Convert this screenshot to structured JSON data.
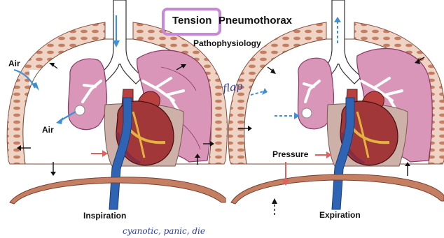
{
  "title": {
    "word1": "Tension",
    "word2": "Pneumothorax"
  },
  "subtitle": "Pathophysiology",
  "left_panel": {
    "label_air_in": "Air",
    "label_air_out": "Air",
    "caption": "Inspiration"
  },
  "right_panel": {
    "label_pressure": "Pressure",
    "caption": "Expiration"
  },
  "handwritten": {
    "flap": "flap",
    "symptoms": "cyanotic, panic, die"
  },
  "colors": {
    "lung": "#d996b8",
    "lung_dark": "#a64f7f",
    "bronchi": "#ffffff",
    "chest_wall": "#e8c4b3",
    "rib": "#b56f55",
    "heart": "#a2373a",
    "heart_fat": "#e3b340",
    "vena_cava": "#2f64b4",
    "air_arrow": "#3f8fd6",
    "pressure_arrow": "#e06060",
    "highlight_box": "#c888d8",
    "handwriting": "#2f3c9c",
    "mediastinum": "#cdb0a8"
  }
}
